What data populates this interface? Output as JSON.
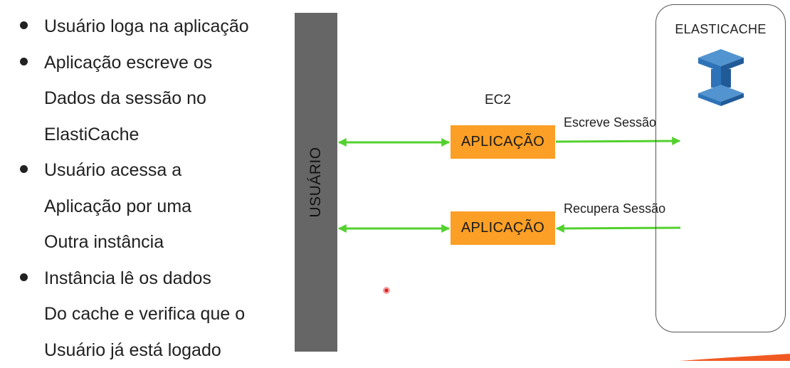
{
  "bullets": [
    {
      "lines": [
        "Usuário loga na aplicação"
      ]
    },
    {
      "lines": [
        "Aplicação escreve os",
        "Dados da sessão no",
        "ElastiCache"
      ]
    },
    {
      "lines": [
        "Usuário acessa a",
        "Aplicação por uma",
        "Outra instância"
      ]
    },
    {
      "lines": [
        "Instância lê os dados",
        "Do cache e verifica que o",
        "Usuário já está logado"
      ]
    }
  ],
  "user_bar": {
    "label": "USUÁRIO"
  },
  "ec2_label": "EC2",
  "app_boxes": [
    {
      "label": "APLICAÇÃO"
    },
    {
      "label": "APLICAÇÃO"
    }
  ],
  "flows": {
    "write_label": "Escreve Sessão",
    "read_label": "Recupera Sessão"
  },
  "cache": {
    "title": "ELASTICACHE",
    "icon": "elasticache-icon"
  },
  "colors": {
    "arrow": "#53d12e",
    "app_box": "#fb9f26",
    "user_bar": "#666666",
    "cache_icon_dark": "#2e73b8",
    "cache_icon_light": "#5294cf"
  }
}
